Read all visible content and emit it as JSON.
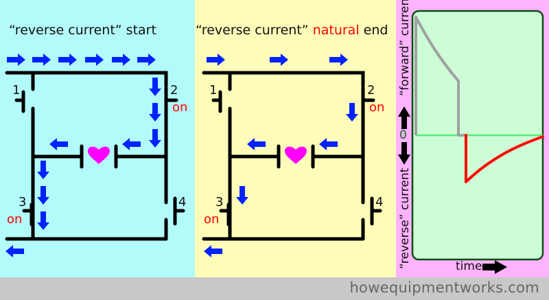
{
  "panels": [
    {
      "id": "start",
      "title_prefix": "“reverse current” start",
      "title_highlight": "",
      "title_suffix": "",
      "background": "#b3fbfb",
      "labels": {
        "s1": "1",
        "s2": "2",
        "s3": "3",
        "s4": "4",
        "s2_state": "on",
        "s3_state": "on"
      }
    },
    {
      "id": "natural-end",
      "title_prefix": "“reverse current” ",
      "title_highlight": "natural",
      "title_suffix": " end",
      "background": "#fefcb9",
      "labels": {
        "s1": "1",
        "s2": "2",
        "s3": "3",
        "s4": "4",
        "s2_state": "on",
        "s3_state": "on"
      }
    }
  ],
  "graph": {
    "y_label_top": "“forward” current",
    "y_label_bottom": "“reverse” current",
    "zero_label": "0",
    "x_label": "time",
    "background": "#ffb3ff",
    "plot_background": "#ccfdd6",
    "forward_color": "#a0a0a0",
    "reverse_color": "#ff0000",
    "zero_color": "#55ee77"
  },
  "colors": {
    "arrow": "#0022ff",
    "heart": "#ff00ff",
    "wire": "#000000",
    "on": "#ff0000"
  },
  "footer": {
    "site": "howequipmentworks.com"
  }
}
